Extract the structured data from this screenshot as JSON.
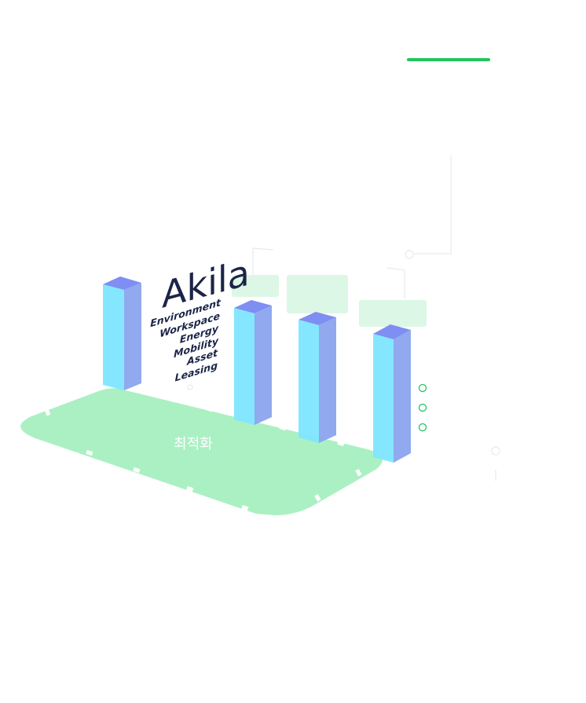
{
  "accent_color": "#22c55e",
  "base": {
    "label": "최적화",
    "color": "#abf0c3"
  },
  "brand": {
    "logo": "Akila",
    "lines": [
      "Environment",
      "Workspace",
      "Energy",
      "Mobility",
      "Asset",
      "Leasing"
    ],
    "color": "#1b2448"
  },
  "pillar_colors": {
    "front": "#7ee6ff",
    "side": "#8aa4ee",
    "top": "#7e8ef3"
  },
  "legend_dot_color": "#22c55e"
}
